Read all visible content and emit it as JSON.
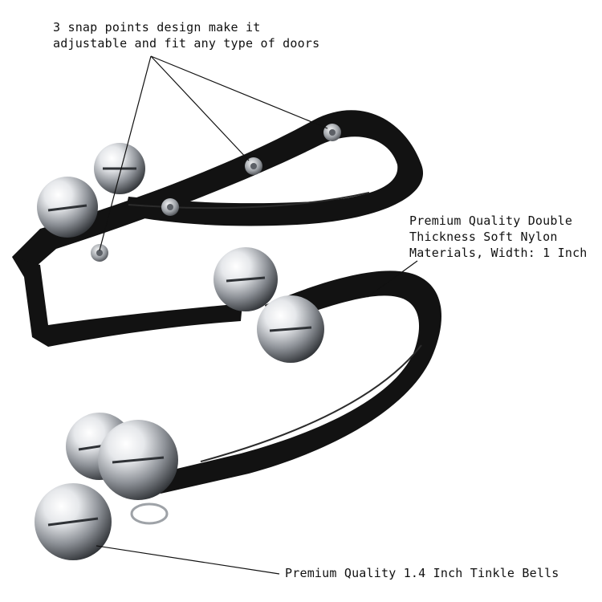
{
  "annotations": {
    "snap_points": {
      "lines": [
        "3 snap points design make it",
        "adjustable and fit any type of doors"
      ]
    },
    "nylon": {
      "lines": [
        "Premium Quality Double",
        "Thickness Soft Nylon",
        "Materials, Width: 1 Inch"
      ]
    },
    "bells": {
      "lines": [
        "Premium Quality 1.4 Inch Tinkle Bells"
      ]
    }
  },
  "colors": {
    "strap": "#121212",
    "strap_highlight": "#2b2b2b",
    "bell_light": "#ffffff",
    "bell_mid": "#c9ccd0",
    "bell_dark": "#4a4d52",
    "snap": "#9ea2a7",
    "leader_line": "#111111"
  },
  "icons": {
    "bell": "jingle-bell-icon",
    "snap": "snap-button-icon"
  }
}
